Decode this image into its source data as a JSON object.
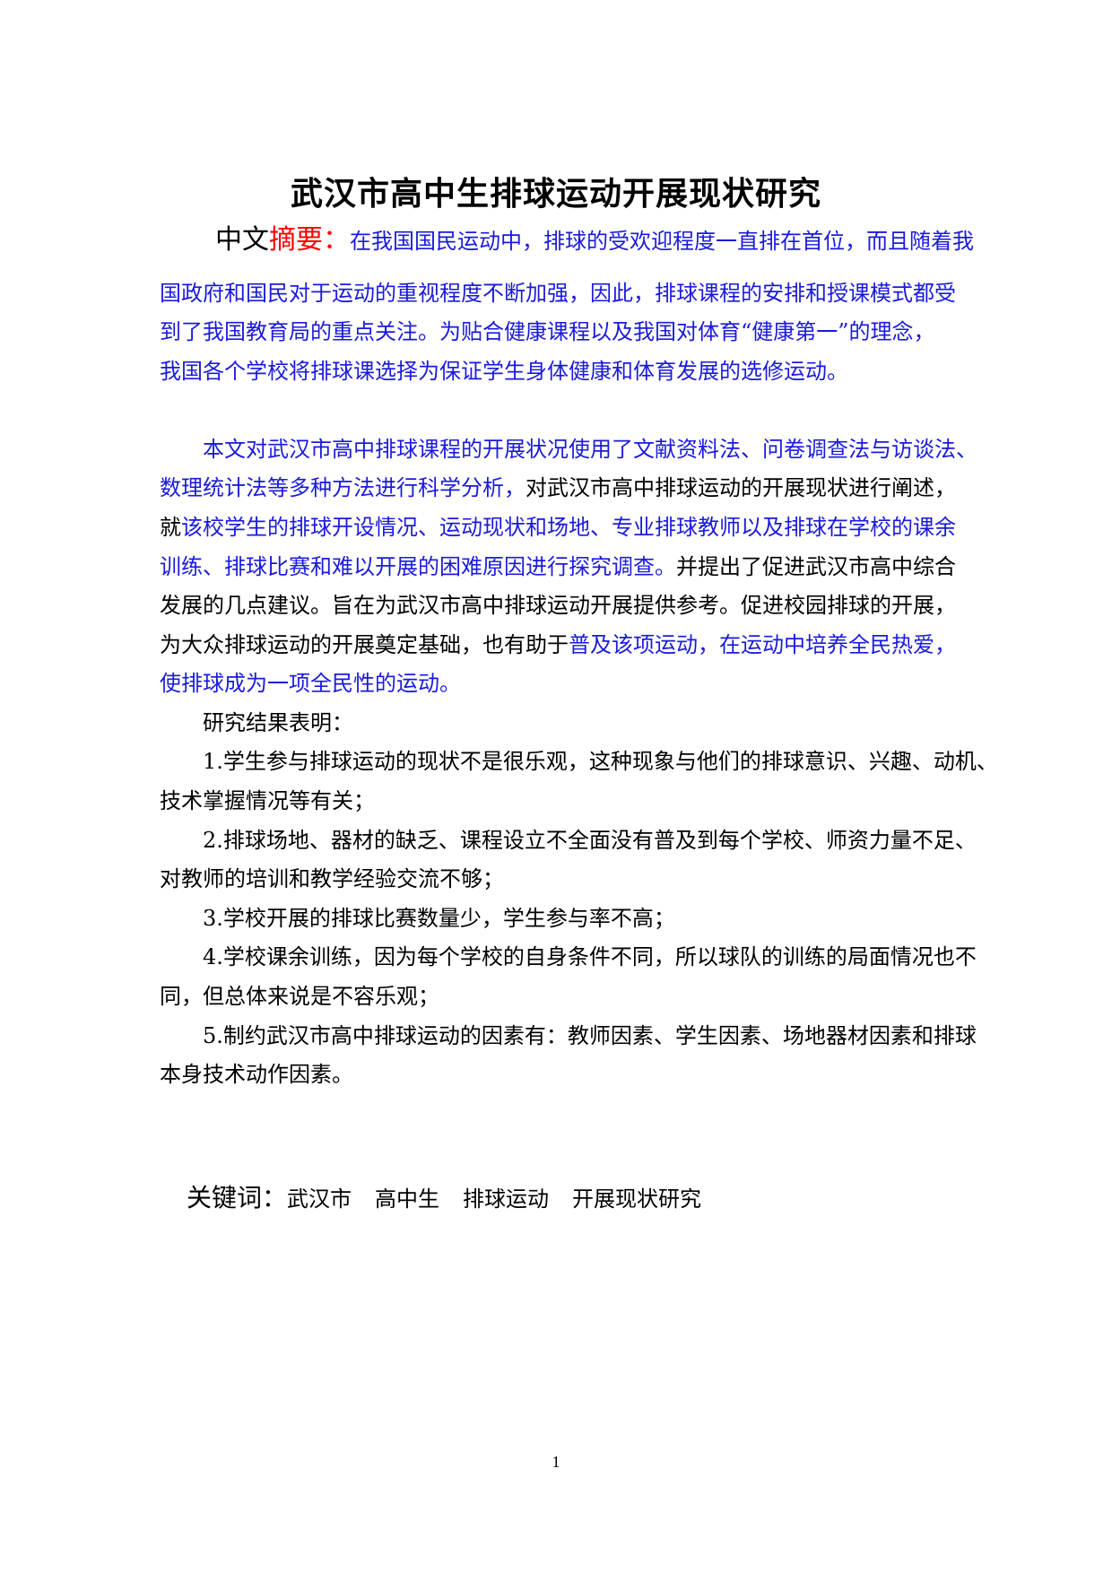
{
  "title": "武汉市高中生排球运动开展现状研究",
  "abstract": {
    "label_a": "中文",
    "label_b": "摘要：",
    "p1": [
      "在我国国民运动中，排球的受欢迎程度一直排在首位，而且随着我",
      "国政府和国民对于运动的重视程度不断加强，因此，排球课程的安排和授课模式都受",
      "到了我国教育局的重点关注。为贴合健康课程以及我国对体育“健康第一”的理念，",
      "我国各个学校将排球课选择为保证学生身体健康和体育发展的选修运动。"
    ],
    "p2": {
      "line1": "本文对武汉市高中排球课程的开展状况使用了文献资料法、问卷调查法与访谈法、",
      "line2_blue": "数理统计法等多种方法进行科学分析，",
      "line2_black": "对武汉市高中排球运动的开展现状进行阐述，",
      "line3_black": "就",
      "line3_blue": "该校学生的排球开设情况、运动现状和场地、专业排球教师以及排球在学校的课余",
      "line4_blue": "训练、排球比赛和难以开展的困难原因进行探究调查。",
      "line4_black": "并提出了促进武汉市高中综合",
      "line5": "发展的几点建议。旨在为武汉市高中排球运动开展提供参考。促进校园排球的开展，",
      "line6_black": "为大众排球运动的开展奠定基础，也有助于",
      "line6_blue": "普及该项运动，在运动中培养全民热爱，",
      "line7": "使排球成为一项全民性的运动。"
    },
    "results_heading": "研究结果表明：",
    "results": [
      "1.学生参与排球运动的现状不是很乐观，这种现象与他们的排球意识、兴趣、动机、",
      "技术掌握情况等有关；",
      "2.排球场地、器材的缺乏、课程设立不全面没有普及到每个学校、师资力量不足、",
      "对教师的培训和教学经验交流不够；",
      "3.学校开展的排球比赛数量少，学生参与率不高；",
      "4.学校课余训练，因为每个学校的自身条件不同，所以球队的训练的局面情况也不",
      "同，但总体来说是不容乐观；",
      "5.制约武汉市高中排球运动的因素有：教师因素、学生因素、场地器材因素和排球",
      "本身技术动作因素。"
    ]
  },
  "keywords": {
    "label": "关键词：",
    "items": [
      "武汉市",
      "高中生",
      "排球运动",
      "开展现状研究"
    ]
  },
  "page_number": "1"
}
